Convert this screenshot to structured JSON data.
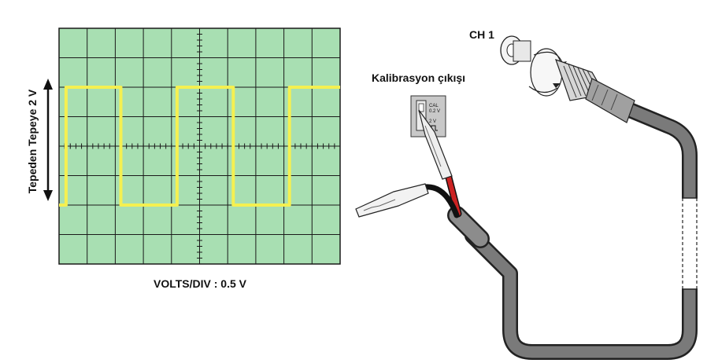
{
  "scope": {
    "vertical_label": "Tepeden Tepeye 2 V",
    "volts_div_label": "VOLTS/DIV : 0.5 V",
    "screen_color": "#a8dfb2",
    "grid_color": "#1a1a1a",
    "trace_color": "#f5f050",
    "arrow_icon": "double-headed-vertical-arrow",
    "trace": {
      "type": "square-wave",
      "high_div": 2,
      "low_div": -2,
      "transitions_div": [
        0.25,
        2.2,
        4.2,
        6.2,
        8.2
      ],
      "start_level": "low",
      "x_range_div": [
        0,
        10
      ],
      "y_range_div": [
        -4,
        4
      ]
    }
  },
  "probe": {
    "connector_label": "CH 1",
    "calibration_label": "Kalibrasyon çıkışı",
    "terminal_text_top": "CAL\n0.2 V",
    "terminal_text_bottom": "2 V",
    "cable_color": "#7a7a7a",
    "signal_wire_color": "#cc2222",
    "ground_wire_color": "#222222"
  }
}
